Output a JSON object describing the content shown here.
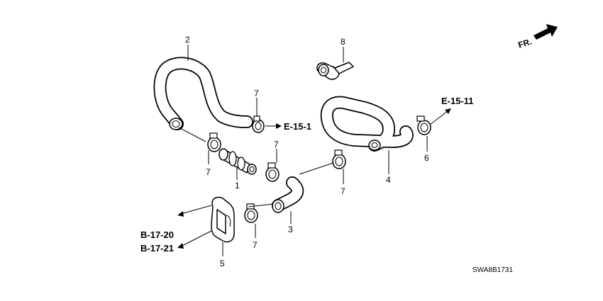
{
  "parts": {
    "p1": "1",
    "p2": "2",
    "p3": "3",
    "p4": "4",
    "p5": "5",
    "p6": "6",
    "p7_a": "7",
    "p7_b": "7",
    "p7_c": "7",
    "p7_d": "7",
    "p7_e": "7",
    "p8": "8"
  },
  "references": {
    "e15_1": "E-15-1",
    "e15_11": "E-15-11",
    "b17_20": "B-17-20",
    "b17_21": "B-17-21"
  },
  "direction_label": "FR.",
  "diagram_code": "SWA8B1731"
}
